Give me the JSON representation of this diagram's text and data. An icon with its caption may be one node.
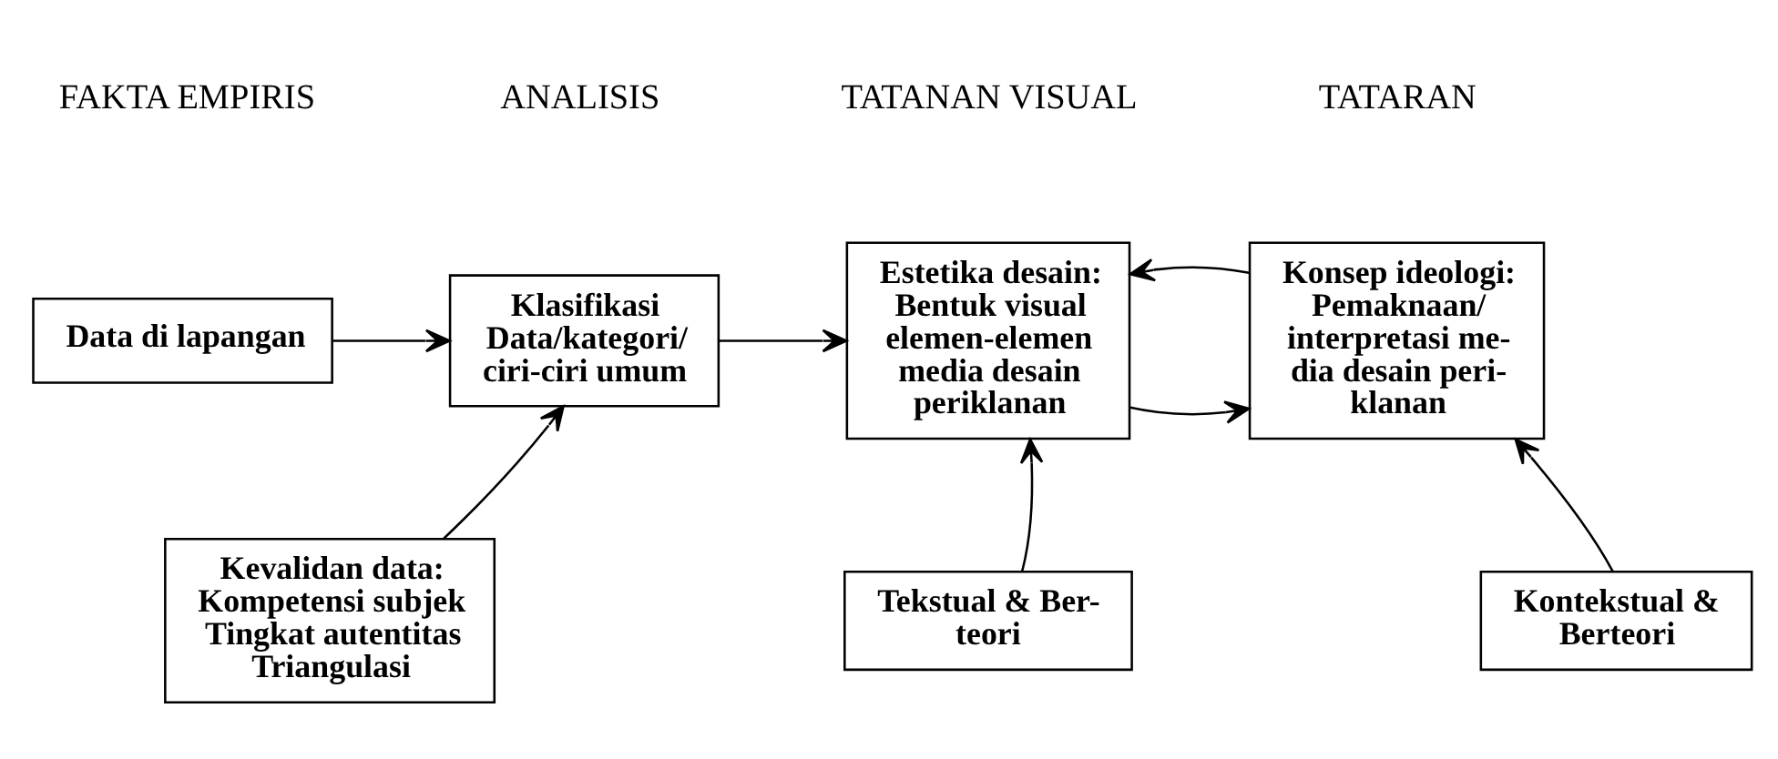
{
  "diagram": {
    "nodes": [
      {
        "text": [
          "Data di lapangan"
        ]
      },
      {
        "text": [
          "Klasifikasi Data/kategori/ ciri-ciri umum"
        ]
      },
      {
        "text": [
          "Estetika desain:",
          "Bentuk visual elemen-elemen media desain periklanan"
        ]
      },
      {
        "text": [
          "Konsep ideologi:",
          "Pemaknaan/ interpretasi me- dia desain peri- klanan"
        ]
      },
      {
        "text": [
          "Kevalidan data:",
          "Kompetensi subjek Tingkat autentitas Triangulasi"
        ]
      },
      {
        "text": [
          "Tekstual & Ber- teori"
        ]
      },
      {
        "text": [
          "Kontekstual & Berteori"
        ]
      }
    ],
    "edges": [
      {
        "from": 0,
        "to": 1,
        "arrow": "to"
      },
      {
        "from": 1,
        "to": 2,
        "arrow": "to"
      },
      {
        "from": 2,
        "to": 3,
        "arrow": "to"
      },
      {
        "from": 3,
        "to": 2,
        "arrow": "to"
      },
      {
        "from": 4,
        "to": 1,
        "arrow": "to"
      },
      {
        "from": 5,
        "to": 2,
        "arrow": "to"
      },
      {
        "from": 6,
        "to": 3,
        "arrow": "to"
      }
    ],
    "labels": [
      "FAKTA EMPIRIS",
      "ANALISIS",
      "TATANAN VISUAL",
      "TATARAN"
    ]
  }
}
